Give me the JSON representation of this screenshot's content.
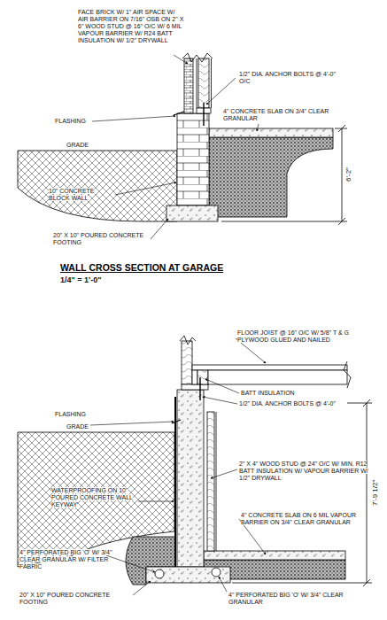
{
  "diagram": {
    "title": "WALL CROSS SECTION AT GARAGE",
    "labels": [
      "FACE BRICK W/ 1\" AIR SPACE W/ AIR BARRIER ON 7/16\" OSB ON 2\" X 6\" WOOD STUD @ 16\" O/C W/ 6 MIL VAPOUR BARRIER W/ R24 BATT INSULATION W/ 1/2\" DRYWALL",
      "1/2\" DIA. ANCHOR BOLTS @ 4'-0\" O/C",
      "FLASHING",
      "4\" CONCRETE SLAB ON 3/4\" CLEAR GRANULAR",
      "GRADE",
      "6'-2\"",
      "10\" CONCRETE BLOCK WALL",
      "20\" X 10\" POURED CONCRETE FOOTING",
      "1/4\" = 1'-0\"",
      "FLOOR JOIST @ 16\" O/C W/ 5/8\" T & G PLYWOOD GLUED AND NAILED",
      "FLASHING",
      "BATT INSULATION",
      "GRADE",
      "1/2\" DIA. ANCHOR BOLTS @ 4'-0\"",
      "2\" X 4\" WOOD STUD @ 24\" O/C W/ MIN. R12 BATT INSULATION W/ VAPOUR BARRIER W/ 1/2\" DRYWALL",
      "7'-9 1/2\"",
      "WATERPROOFING ON 10\" POURED CONCRETE WALL KEYWAY",
      "4\" CONCRETE SLAB ON 6 MIL VAPOUR BARRIER ON 3/4\" CLEAR GRANULAR",
      "4\" PERFORATED BIG 'O' W/ 3/4\" CLEAR GRANULAR W/ FILTER FABRIC",
      "20\" X 10\" POURED CONCRETE FOOTING",
      "4\" PERFORATED BIG 'O' W/ 3/4\" CLEAR GRANULAR"
    ]
  }
}
